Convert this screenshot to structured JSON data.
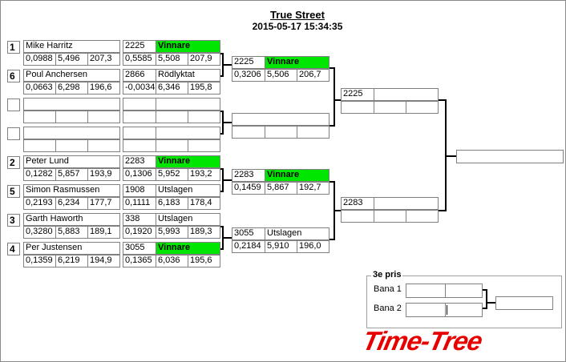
{
  "header": {
    "title": "True Street",
    "timestamp": "2015-05-17 15:34:35"
  },
  "rows": [
    {
      "seed": "1",
      "driver": "Mike Harritz",
      "rt": "0,0988",
      "et": "5,496",
      "speed": "207,3",
      "res_no": "2225",
      "result": "Vinnare",
      "r_rt": "0,5585",
      "r_et": "5,508",
      "r_speed": "207,9"
    },
    {
      "seed": "6",
      "driver": "Poul Anchersen",
      "rt": "0,0663",
      "et": "6,298",
      "speed": "196,6",
      "res_no": "2866",
      "result": "Rödlyktat",
      "r_rt": "-0,0034",
      "r_et": "6,346",
      "r_speed": "195,8"
    },
    {
      "seed": "",
      "driver": "",
      "rt": "",
      "et": "",
      "speed": "",
      "res_no": "",
      "result": "",
      "r_rt": "",
      "r_et": "",
      "r_speed": ""
    },
    {
      "seed": "",
      "driver": "",
      "rt": "",
      "et": "",
      "speed": "",
      "res_no": "",
      "result": "",
      "r_rt": "",
      "r_et": "",
      "r_speed": ""
    },
    {
      "seed": "2",
      "driver": "Peter Lund",
      "rt": "0,1282",
      "et": "5,857",
      "speed": "193,9",
      "res_no": "2283",
      "result": "Vinnare",
      "r_rt": "0,1306",
      "r_et": "5,952",
      "r_speed": "193,2"
    },
    {
      "seed": "5",
      "driver": "Simon Rasmussen",
      "rt": "0,2193",
      "et": "6,234",
      "speed": "177,7",
      "res_no": "1908",
      "result": "Utslagen",
      "r_rt": "0,1111",
      "r_et": "6,183",
      "r_speed": "178,4"
    },
    {
      "seed": "3",
      "driver": "Garth Haworth",
      "rt": "0,3280",
      "et": "5,883",
      "speed": "189,1",
      "res_no": "338",
      "result": "Utslagen",
      "r_rt": "0,1920",
      "r_et": "5,993",
      "r_speed": "189,3"
    },
    {
      "seed": "4",
      "driver": "Per Justensen",
      "rt": "0,1359",
      "et": "6,219",
      "speed": "194,9",
      "res_no": "3055",
      "result": "Vinnare",
      "r_rt": "0,1365",
      "r_et": "6,036",
      "r_speed": "195,6"
    }
  ],
  "semis": [
    {
      "no": "2225",
      "result": "Vinnare",
      "rt": "0,3206",
      "et": "5,506",
      "speed": "206,7"
    },
    {
      "no": "",
      "result": "",
      "rt": "",
      "et": "",
      "speed": ""
    },
    {
      "no": "2283",
      "result": "Vinnare",
      "rt": "0,1459",
      "et": "5,867",
      "speed": "192,7"
    },
    {
      "no": "3055",
      "result": "Utslagen",
      "rt": "0,2184",
      "et": "5,910",
      "speed": "196,0"
    }
  ],
  "finals": [
    {
      "no": "2225",
      "result": ""
    },
    {
      "no": "2283",
      "result": ""
    }
  ],
  "winner": {
    "no": ""
  },
  "third_prize": {
    "title": "3e pris",
    "lane1": "Bana 1",
    "lane2": "Bana 2"
  },
  "logo": {
    "text": "Time-Tree",
    "color": "#e60000"
  },
  "colors": {
    "winner_bg": "#00e600",
    "border": "#808080",
    "line": "#000000"
  }
}
